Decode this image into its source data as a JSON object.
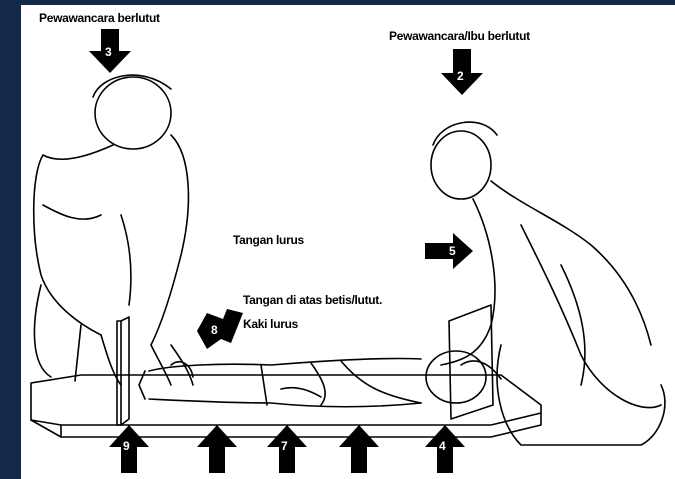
{
  "labels": {
    "interviewer_kneel": "Pewawancara berlutut",
    "mother_kneel": "Pewawancara/Ibu berlutut",
    "straight_arms": "Tangan lurus",
    "hands_on": "Tangan di atas betis/lutut.",
    "straight_legs": "Kaki lurus"
  },
  "arrows": {
    "a2": "2",
    "a3": "3",
    "a4": "4",
    "a5": "5",
    "a7": "7",
    "a8": "8",
    "a9": "9"
  },
  "colors": {
    "background": "#13294b",
    "panel": "#ffffff",
    "ink": "#000000"
  },
  "icons": {
    "interviewer": "kneeling-person-left",
    "mother": "kneeling-woman-right",
    "child": "lying-child",
    "board": "measuring-board"
  }
}
